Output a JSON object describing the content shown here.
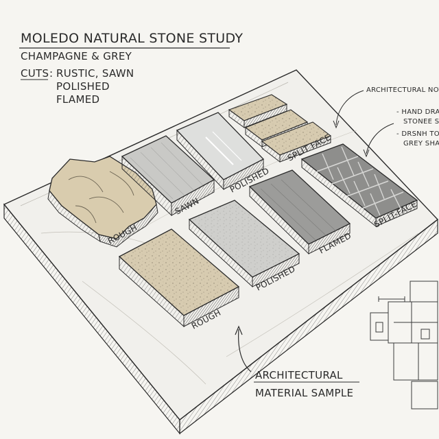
{
  "header": {
    "title": "MOLEDO NATURAL STONE STUDY",
    "subtitle": "CHAMPAGNE & GREY",
    "cuts_label": "CUTS",
    "cuts_colon": ":",
    "cuts_line1": "RUSTIC, SAWN",
    "cuts_line2": "POLISHED",
    "cuts_line3": "FLAMED"
  },
  "labels": {
    "rough_top": "ROUGH",
    "sawn_top": "SAWN",
    "polished_top": "POLISHED",
    "split_face_top": "SPLIT FACE",
    "rough_bottom": "ROUGH",
    "polished_bottom": "POLISHED",
    "flamed_bottom": "FLAMED",
    "split_face_bottom": "SPLIT-FACE"
  },
  "notes": {
    "heading": "ARCHITECTURAL NOTE",
    "bullet1_line1": "- HAND DRA",
    "bullet1_line2": "STONEE S",
    "bullet2_line1": "- DRSNH TO",
    "bullet2_line2": "GREY SHA"
  },
  "caption": {
    "line1": "ARCHITECTURAL",
    "line2": "MATERIAL SAMPLE"
  },
  "colors": {
    "ink": "#2a2a2a",
    "paper": "#f6f5f1",
    "champagne": "#d9cdb0",
    "grey_light": "#d2d2d0",
    "grey_mid": "#b8b8b6",
    "grey_dark": "#8e8e8c"
  }
}
